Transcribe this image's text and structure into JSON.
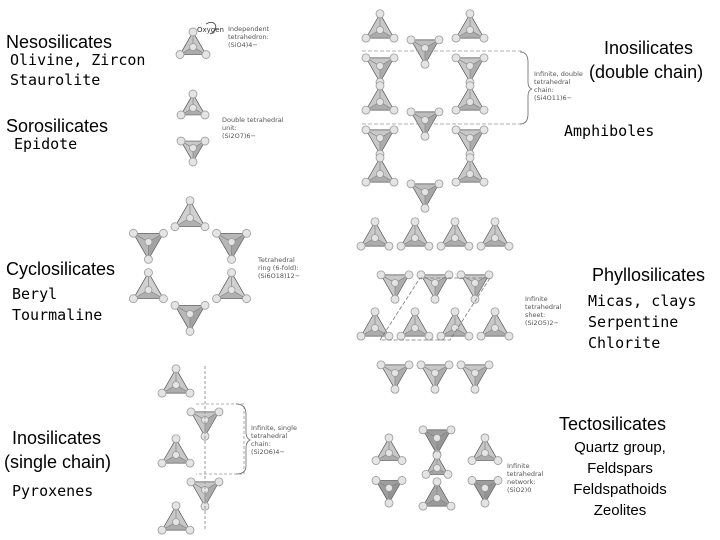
{
  "groups": {
    "nesosilicates": {
      "title": "Nesosilicates",
      "minerals": [
        "Olivine, Zircon",
        "Staurolite"
      ],
      "caption": [
        "Independent",
        "tetrahedron:",
        "(SiO4)4−"
      ],
      "oxygen_label": "Oxygen"
    },
    "sorosilicates": {
      "title": "Sorosilicates",
      "minerals": [
        "Epidote"
      ],
      "caption": [
        "Double tetrahedral",
        "unit:",
        "(Si2O7)6−"
      ]
    },
    "cyclosilicates": {
      "title": "Cyclosilicates",
      "minerals": [
        "Beryl",
        "Tourmaline"
      ],
      "caption": [
        "Tetrahedral",
        "ring (6-fold):",
        "(Si6O18)12−"
      ]
    },
    "inosilicates_single": {
      "title_line1": "Inosilicates",
      "title_line2": "(single chain)",
      "minerals": [
        "Pyroxenes"
      ],
      "caption": [
        "Infinite, single",
        "tetrahedral",
        "chain:",
        "(Si2O6)4−"
      ]
    },
    "inosilicates_double": {
      "title_line1": "Inosilicates",
      "title_line2": "(double chain)",
      "minerals": [
        "Amphiboles"
      ],
      "caption": [
        "Infinite, double",
        "tetrahedral",
        "chain:",
        "(Si4O11)6−"
      ]
    },
    "phyllosilicates": {
      "title": "Phyllosilicates",
      "minerals": [
        "Micas, clays",
        "Serpentine",
        "Chlorite"
      ],
      "caption": [
        "Infinite",
        "tetrahedral",
        "sheet:",
        "(Si2O5)2−"
      ]
    },
    "tectosilicates": {
      "title": "Tectosilicates",
      "minerals": [
        "Quartz group,",
        "Feldspars",
        "Feldspathoids",
        "Zeolites"
      ],
      "caption": [
        "Infinite",
        "tetrahedral",
        "network:",
        "(SiO2)0"
      ]
    }
  },
  "colors": {
    "tetra_fill": "#c8c8c8",
    "tetra_dark": "#8a8a8a",
    "ball": "#e4e4e4",
    "ball_stroke": "#9a9a9a"
  }
}
